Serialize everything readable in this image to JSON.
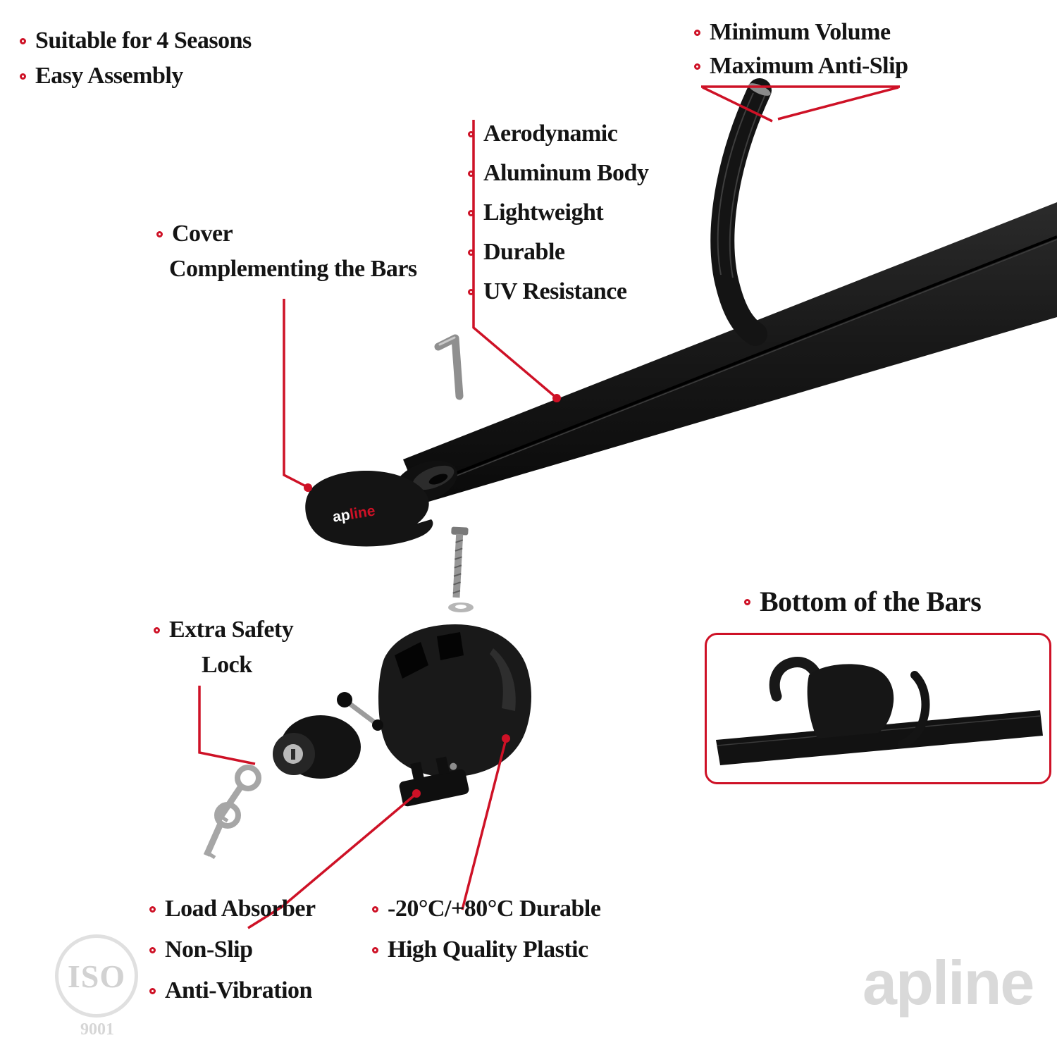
{
  "colors": {
    "accent": "#CE1126",
    "watermark": "#D9D9D9"
  },
  "top_left": {
    "items": [
      "Suitable for 4 Seasons",
      "Easy Assembly"
    ]
  },
  "top_right": {
    "items": [
      "Minimum Volume",
      "Maximum Anti-Slip"
    ]
  },
  "bar_features": {
    "items": [
      "Aerodynamic",
      "Aluminum Body",
      "Lightweight",
      "Durable",
      "UV Resistance"
    ]
  },
  "cover_label": {
    "line1": "Cover",
    "line2": "Complementing the Bars"
  },
  "lock_label": {
    "line1": "Extra Safety",
    "line2": "Lock"
  },
  "bottom_left": {
    "items": [
      "Load Absorber",
      "Non-Slip",
      "Anti-Vibration"
    ]
  },
  "bottom_mid": {
    "items": [
      "-20°C/+80°C Durable",
      "High Quality Plastic"
    ]
  },
  "bottom_bars": {
    "label": "Bottom of the Bars"
  },
  "brand": {
    "watermark": "apline",
    "cover_logo_ap": "ap",
    "cover_logo_line": "line"
  },
  "iso": {
    "title": "ISO",
    "number": "9001"
  }
}
